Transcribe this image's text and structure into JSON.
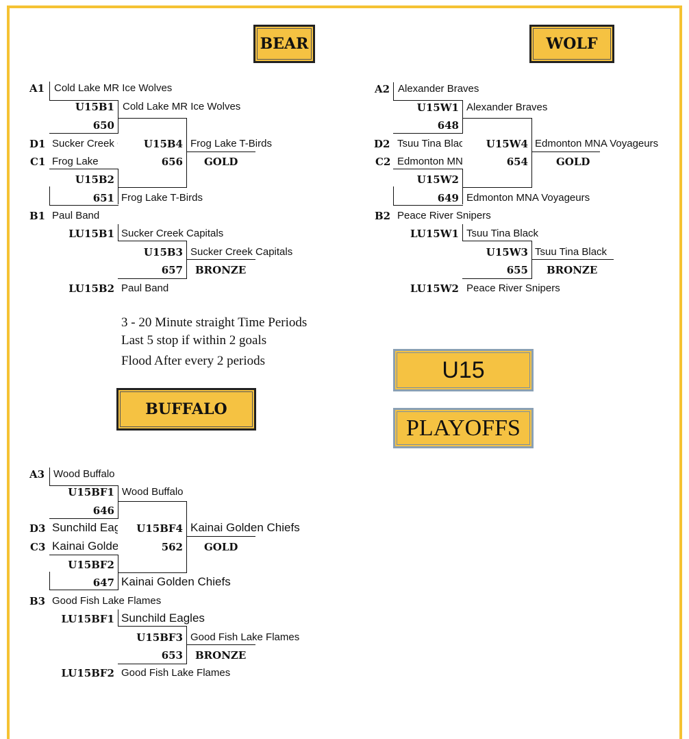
{
  "titles": {
    "bear": "BEAR",
    "wolf": "WOLF",
    "buffalo": "BUFFALO",
    "u15": "U15",
    "playoffs": "PLAYOFFS"
  },
  "notes": [
    "3 - 20 Minute straight Time Periods",
    "Last 5 stop if within 2 goals",
    "Flood After every 2 periods"
  ],
  "bear": {
    "a": "A1",
    "a_team": "Cold Lake MR Ice Wolves",
    "g1": "U15B1",
    "g1_winner": "Cold Lake MR Ice Wolves",
    "g1_num": "650",
    "d": "D1",
    "d_team": "Sucker Creek Capitals",
    "final": "U15B4",
    "final_winner": "Frog Lake T-Birds",
    "final_num": "656",
    "final_medal": "GOLD",
    "c": "C1",
    "c_team": "Frog Lake",
    "g2": "U15B2",
    "g2_num": "651",
    "g2_winner": "Frog Lake T-Birds",
    "b": "B1",
    "b_team": "Paul Band",
    "l1": "LU15B1",
    "l1_team": "Sucker Creek Capitals",
    "bronze": "U15B3",
    "bronze_winner": "Sucker Creek Capitals",
    "bronze_num": "657",
    "bronze_medal": "BRONZE",
    "l2": "LU15B2",
    "l2_team": "Paul Band"
  },
  "wolf": {
    "a": "A2",
    "a_team": "Alexander Braves",
    "g1": "U15W1",
    "g1_winner": "Alexander Braves",
    "g1_num": "648",
    "d": "D2",
    "d_team": "Tsuu Tina Black",
    "final": "U15W4",
    "final_winner": "Edmonton MNA Voyageurs",
    "final_num": "654",
    "final_medal": "GOLD",
    "c": "C2",
    "c_team": "Edmonton MNA Voyageurs",
    "g2": "U15W2",
    "g2_num": "649",
    "g2_winner": "Edmonton MNA Voyageurs",
    "b": "B2",
    "b_team": "Peace River Snipers",
    "l1": "LU15W1",
    "l1_team": "Tsuu Tina Black",
    "bronze": "U15W3",
    "bronze_winner": "Tsuu Tina Black",
    "bronze_num": "655",
    "bronze_medal": "BRONZE",
    "l2": "LU15W2",
    "l2_team": "Peace River Snipers"
  },
  "buffalo": {
    "a": "A3",
    "a_team": "Wood Buffalo",
    "g1": "U15BF1",
    "g1_winner": "Wood Buffalo",
    "g1_num": "646",
    "d": "D3",
    "d_team": "Sunchild Eagles",
    "final": "U15BF4",
    "final_winner": "Kainai Golden Chiefs",
    "final_num": "562",
    "final_medal": "GOLD",
    "c": "C3",
    "c_team": "Kainai Golden Chiefs",
    "g2": "U15BF2",
    "g2_num": "647",
    "g2_winner": "Kainai Golden Chiefs",
    "b": "B3",
    "b_team": "Good Fish Lake Flames",
    "l1": "LU15BF1",
    "l1_team": "Sunchild Eagles",
    "bronze": "U15BF3",
    "bronze_winner": "Good Fish Lake Flames",
    "bronze_num": "653",
    "bronze_medal": "BRONZE",
    "l2": "LU15BF2",
    "l2_team": "Good Fish Lake Flames"
  },
  "colors": {
    "frame": "#f5c233",
    "box_fill": "#f5c242"
  }
}
